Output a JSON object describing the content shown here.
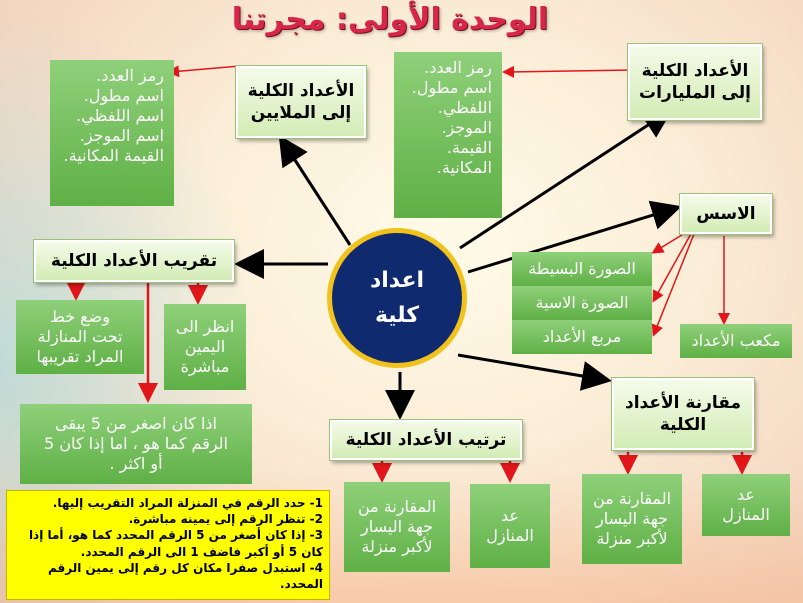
{
  "heading": "الوحدة الأولى: مجرتنا",
  "center": {
    "line1": "اعداد",
    "line2": "كلية"
  },
  "millions": {
    "title1": "الأعداد الكلية",
    "title2": "إلى الملايين",
    "items": [
      "رمز العدد.",
      "اسم مطول.",
      "اسم اللفظي.",
      "اسم الموجز.",
      "القيمة المكانية."
    ]
  },
  "billions": {
    "title1": "الأعداد الكلية",
    "title2": "إلى المليارات",
    "items": [
      "رمز العدد.",
      "اسم مطول.",
      "اللفظي.",
      "الموجز.",
      "القيمة.",
      "المكانية."
    ]
  },
  "exponents": {
    "title": "الاسس",
    "simple": "الصورة البسيطة",
    "exponential": "الصورة الاسية",
    "square": "مربع الأعداد",
    "cube": "مكعب الأعداد"
  },
  "rounding": {
    "title": "تقريب الأعداد الكلية",
    "line_under": [
      "وضع خط",
      "تحت المنازلة",
      "المراد تقريبها"
    ],
    "look_right": [
      "انظر الى",
      "اليمين",
      "مباشرة"
    ],
    "rule": [
      "اذا كان اصغر من 5 يبقى",
      "الرقم كما هو ، اما إذا كان 5",
      "أو اكثر ."
    ]
  },
  "ordering": {
    "title": "ترتيب الأعداد الكلية",
    "compare_left": [
      "المقارنة من",
      "جهة اليسار",
      "لأكبر منزلة"
    ],
    "count_places": [
      "عد",
      "المنازل"
    ]
  },
  "comparing": {
    "title1": "مقارنة الأعداد",
    "title2": "الكلية",
    "compare_left": [
      "المقارنة من",
      "جهة اليسار",
      "لأكبر منزلة"
    ],
    "count_places": [
      "عد",
      "المنازل"
    ]
  },
  "note": [
    "1- حدد الرقم في المنزلة المراد التقريب إليها.",
    "2- تنظر الرقم إلى يمينه مباشرة.",
    "3- إذا كان أصغر من 5 الرقم المحدد كما هو، أما إذا كان 5 أو أكبر فاضف 1 الى الرقم المحدد.",
    "4- استبدل صفرا مكان كل رقم إلى يمين الرقم المحدد."
  ],
  "colors": {
    "heading": "#d7264a",
    "center_fill": "#0f2a6e",
    "center_border": "#f2c21c",
    "green": "#6cbb52",
    "note": "#ffff00",
    "red_arrow": "#e0161b"
  }
}
